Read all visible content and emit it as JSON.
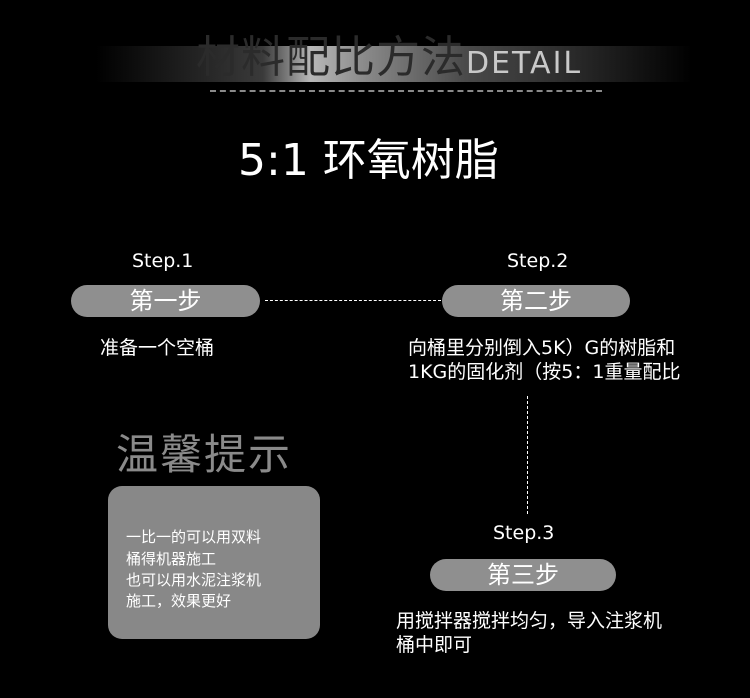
{
  "header": {
    "title_cn": "材料配比方法",
    "title_en": "DETAIL"
  },
  "main_title": "5:1 环氧树脂",
  "steps": [
    {
      "label": "Step.1",
      "name": "第一步",
      "desc_lines": [
        "准备一个空桶"
      ]
    },
    {
      "label": "Step.2",
      "name": "第二步",
      "desc_lines": [
        "向桶里分别倒入5K）G的树脂和",
        "1KG的固化剂（按5：1重量配比"
      ]
    },
    {
      "label": "Step.3",
      "name": "第三步",
      "desc_lines": [
        "用搅拌器搅拌均匀，导入注浆机",
        "桶中即可"
      ]
    }
  ],
  "tip": {
    "title": "温馨提示",
    "lines": [
      "一比一的可以用双料",
      "桶得机器施工",
      "也可以用水泥注浆机",
      "施工，效果更好"
    ]
  },
  "colors": {
    "background": "#000000",
    "pill": "#8f8f8f",
    "tip_box": "#888888",
    "tip_title": "#8a8a8a"
  }
}
